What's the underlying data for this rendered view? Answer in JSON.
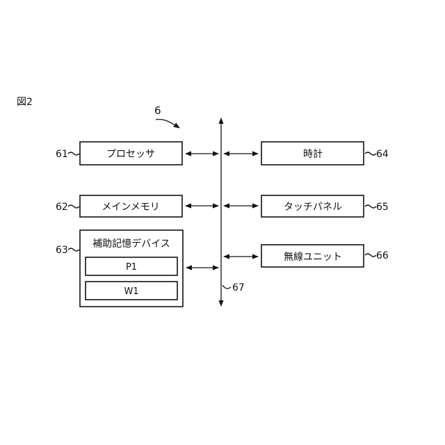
{
  "figure_label": "図2",
  "system_ref": "6",
  "bus_ref": "67",
  "blocks": {
    "processor": {
      "label": "プロセッサ",
      "ref": "61"
    },
    "main_memory": {
      "label": "メインメモリ",
      "ref": "62"
    },
    "aux_storage": {
      "label": "補助記憶デバイス",
      "ref": "63",
      "items": [
        "P1",
        "W1"
      ]
    },
    "clock": {
      "label": "時計",
      "ref": "64"
    },
    "touch_panel": {
      "label": "タッチパネル",
      "ref": "65"
    },
    "wireless_unit": {
      "label": "無線ユニット",
      "ref": "66"
    }
  }
}
